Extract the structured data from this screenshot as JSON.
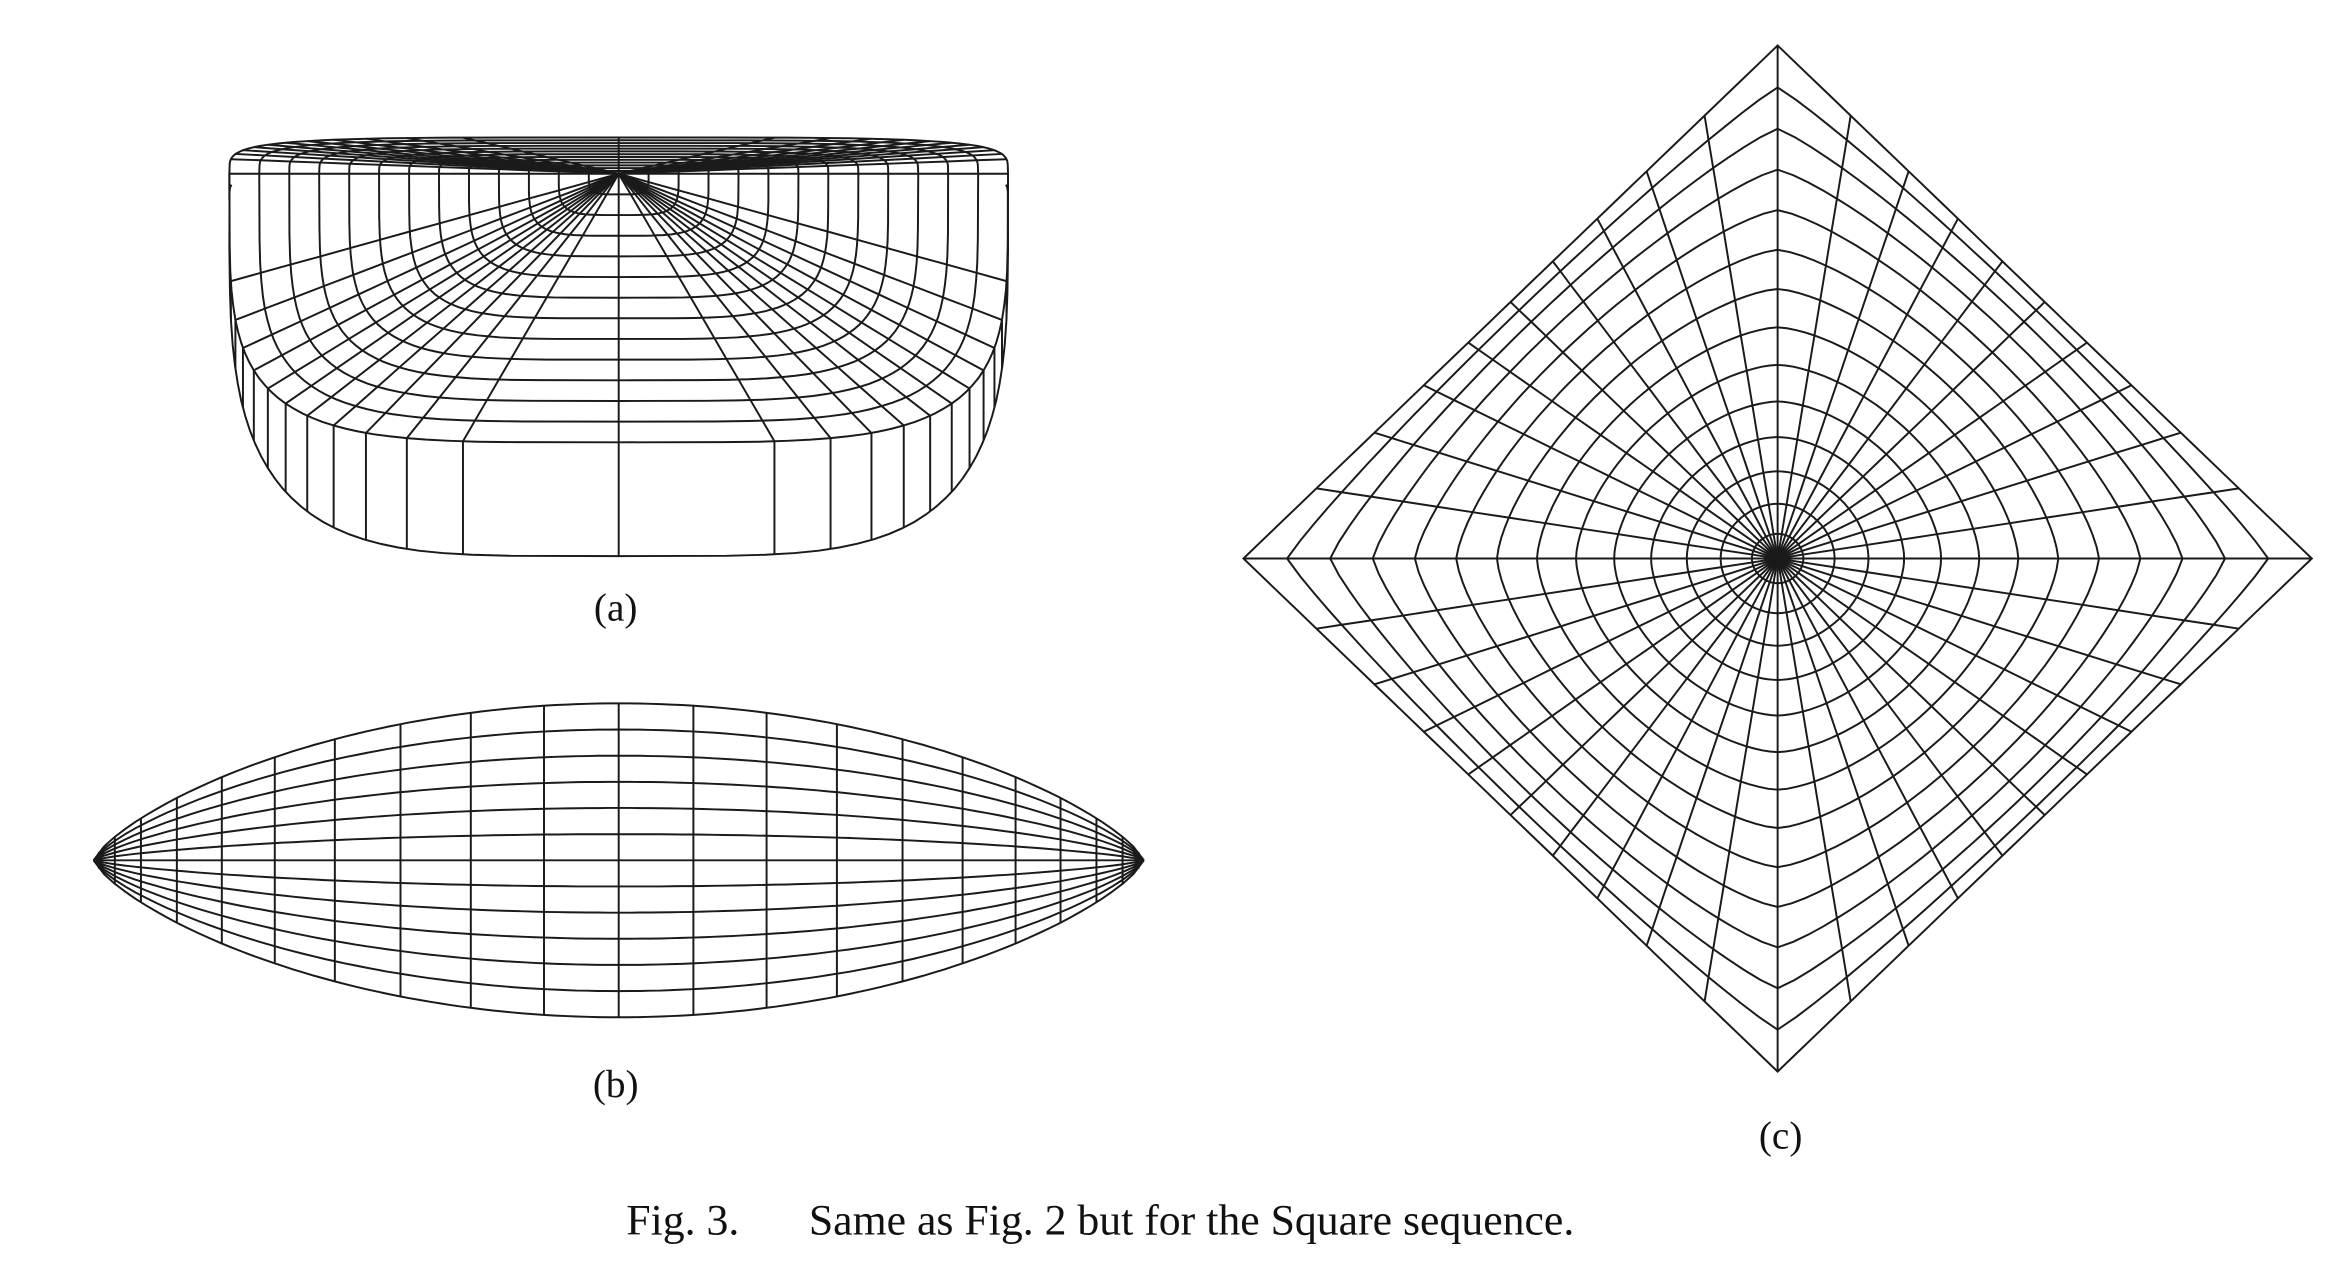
{
  "figure": {
    "panels": [
      {
        "label": "(a)",
        "view": "top-oblique"
      },
      {
        "label": "(b)",
        "view": "side"
      },
      {
        "label": "(c)",
        "view": "top"
      }
    ],
    "caption": {
      "number": "Fig. 3.",
      "text": "Same as Fig. 2 but for the Square sequence."
    }
  }
}
